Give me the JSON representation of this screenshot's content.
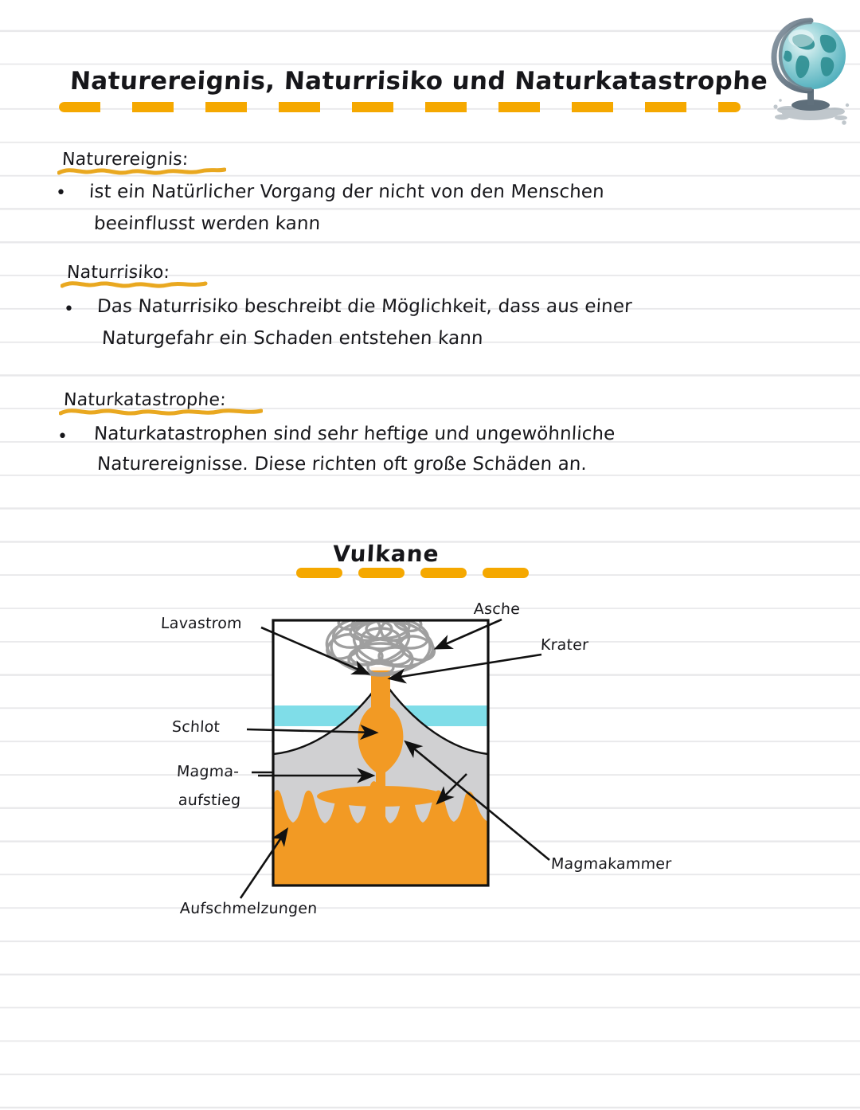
{
  "page": {
    "title": "Naturereignis, Naturrisiko und Naturkatastrophe",
    "paper_color": "#ffffff",
    "rule_color": "#e8e8ea",
    "highlight_color": "#F5A800"
  },
  "decor": {
    "globe_icon": "globe-on-stand-icon",
    "globe_sphere_color": "#3FA9B5",
    "globe_land_color": "#2E8C8F",
    "globe_stand_color": "#6E7B84"
  },
  "sections": [
    {
      "heading": "Naturereignis:",
      "bullet": "•",
      "lines": [
        "ist ein Natürlicher Vorgang der nicht von den Menschen",
        "beeinflusst werden kann"
      ]
    },
    {
      "heading": "Naturrisiko:",
      "bullet": "•",
      "lines": [
        "Das Naturrisiko beschreibt die Möglichkeit, dass aus einer",
        "Naturgefahr ein Schaden entstehen kann"
      ]
    },
    {
      "heading": "Naturkatastrophe:",
      "bullet": "•",
      "lines": [
        "Naturkatastrophen sind sehr heftige und ungewöhnliche",
        "Naturereignisse. Diese richten oft große Schäden an."
      ]
    }
  ],
  "diagram": {
    "heading": "Vulkane",
    "colors": {
      "magma": "#F29A24",
      "rock": "#D0D0D2",
      "ash": "#9A9A9A",
      "water": "#7FDDE8",
      "frame": "#111111"
    },
    "labels": {
      "lavastrom": "Lavastrom",
      "asche": "Asche",
      "krater": "Krater",
      "schlot": "Schlot",
      "magma_line1": "Magma-",
      "magma_line2": "aufstieg",
      "magmakammer": "Magmakammer",
      "aufschmelzungen": "Aufschmelzungen"
    }
  }
}
